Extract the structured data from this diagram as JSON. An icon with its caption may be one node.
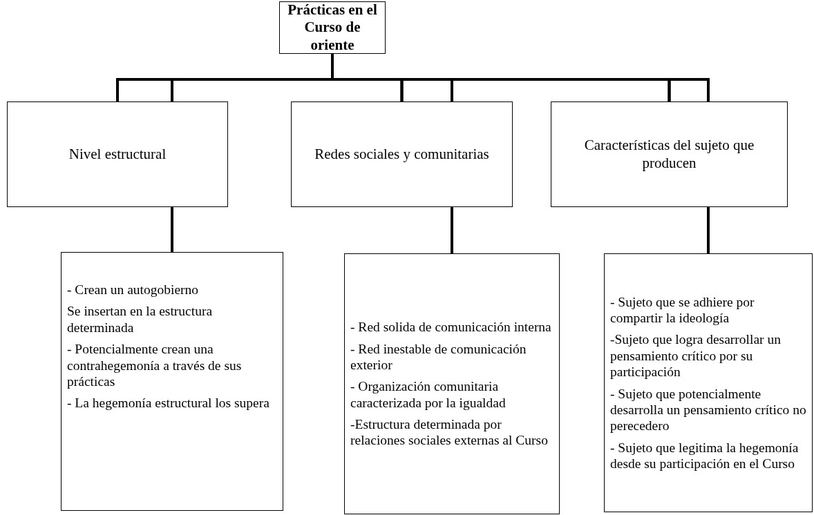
{
  "diagram": {
    "nodes": [
      {
        "text": [
          "Prácticas en el Curso de oriente"
        ]
      },
      {
        "text": [
          "Nivel estructural"
        ]
      },
      {
        "text": [
          "Redes sociales y comunitarias"
        ]
      },
      {
        "text": [
          "Características del sujeto que producen"
        ]
      },
      {
        "text": [
          "- Crean un autogobierno",
          "Se insertan en la estructura determinada",
          "- Potencialmente crean una contrahegemonía a través de sus prácticas",
          "- La hegemonía estructural los supera"
        ]
      },
      {
        "text": [
          "- Red solida de comunicación interna",
          "- Red inestable de comunicación exterior",
          "- Organización comunitaria caracterizada por la igualdad",
          "-Estructura determinada por relaciones sociales externas al Curso"
        ]
      },
      {
        "text": [
          "- Sujeto que se adhiere por compartir la ideología",
          "-Sujeto que logra desarrollar un pensamiento crítico por su participación",
          "- Sujeto que potencialmente desarrolla un pensamiento crítico no perecedero",
          "- Sujeto que legitima la hegemonía desde su participación en el Curso"
        ]
      }
    ],
    "edges": [
      {
        "from": 0,
        "to": 1,
        "arrow": "none"
      },
      {
        "from": 0,
        "to": 2,
        "arrow": "none"
      },
      {
        "from": 0,
        "to": 3,
        "arrow": "none"
      },
      {
        "from": 1,
        "to": 4,
        "arrow": "none"
      },
      {
        "from": 2,
        "to": 5,
        "arrow": "none"
      },
      {
        "from": 3,
        "to": 6,
        "arrow": "none"
      }
    ]
  }
}
